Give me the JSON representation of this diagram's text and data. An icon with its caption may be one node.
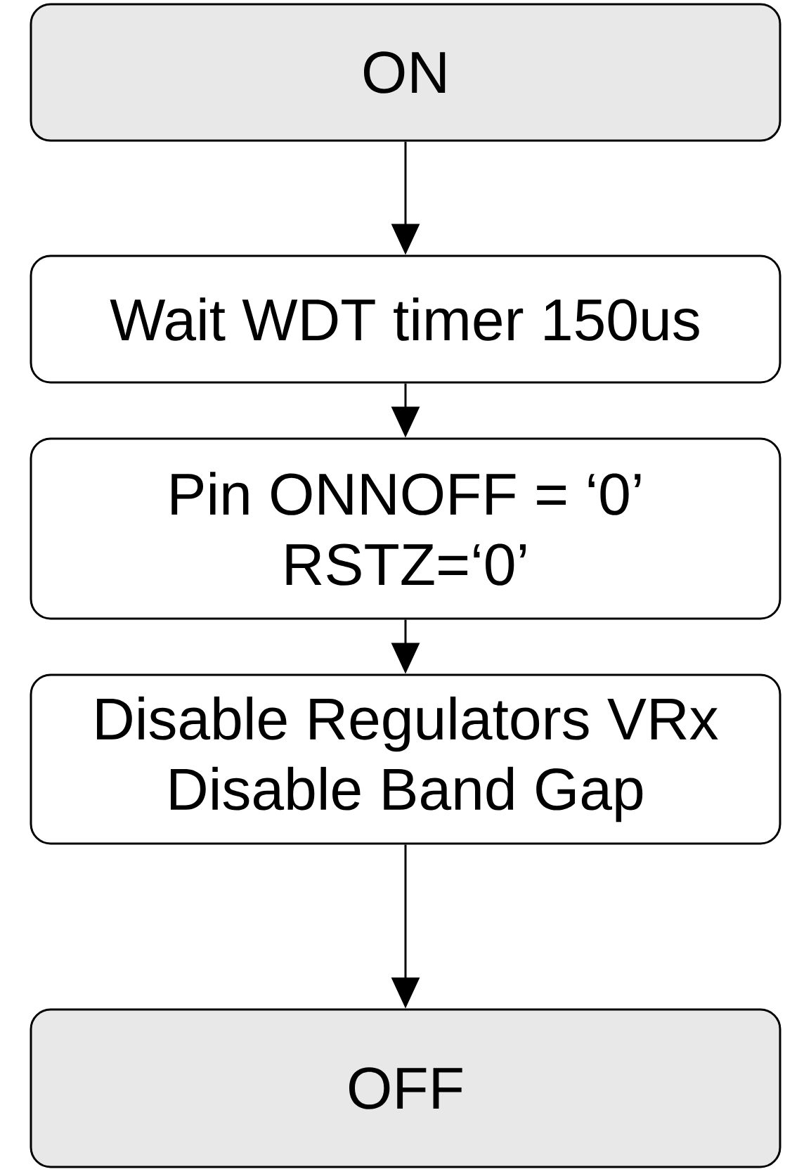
{
  "diagram": {
    "nodes": [
      {
        "text": [
          "ON"
        ]
      },
      {
        "text": [
          "Wait WDT timer 150us"
        ]
      },
      {
        "text": [
          "Pin ONNOFF = ‘0’",
          "RSTZ=‘0’"
        ]
      },
      {
        "text": [
          "Disable Regulators VRx",
          "Disable Band Gap"
        ]
      },
      {
        "text": [
          "OFF"
        ]
      }
    ],
    "edges": [
      {
        "from": 0,
        "to": 1,
        "arrow": "to"
      },
      {
        "from": 1,
        "to": 2,
        "arrow": "to"
      },
      {
        "from": 2,
        "to": 3,
        "arrow": "to"
      },
      {
        "from": 3,
        "to": 4,
        "arrow": "to"
      }
    ]
  }
}
